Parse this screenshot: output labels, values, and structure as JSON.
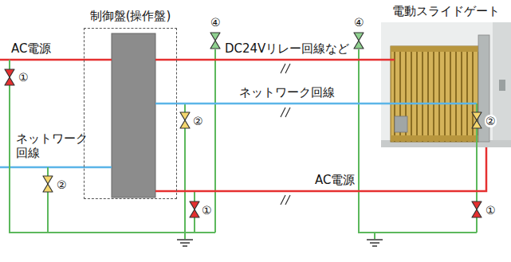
{
  "diagram": {
    "nodes": [
      {
        "text": [
          "制御盤(操作盤)"
        ]
      },
      {
        "text": [
          "電動スライドゲート"
        ]
      }
    ],
    "edges": [
      {
        "from": 0,
        "to": 1,
        "label": "DC24Vリレー回線など",
        "arrow": "none"
      },
      {
        "from": 0,
        "to": 1,
        "label": "ネットワーク回線",
        "arrow": "none"
      },
      {
        "from": 0,
        "to": 1,
        "label": "AC電源",
        "arrow": "none"
      }
    ],
    "labels": [
      "AC電源",
      "ネットワーク 回線",
      "①",
      "②",
      "④",
      "②",
      "①",
      "④",
      "②",
      "①"
    ]
  }
}
